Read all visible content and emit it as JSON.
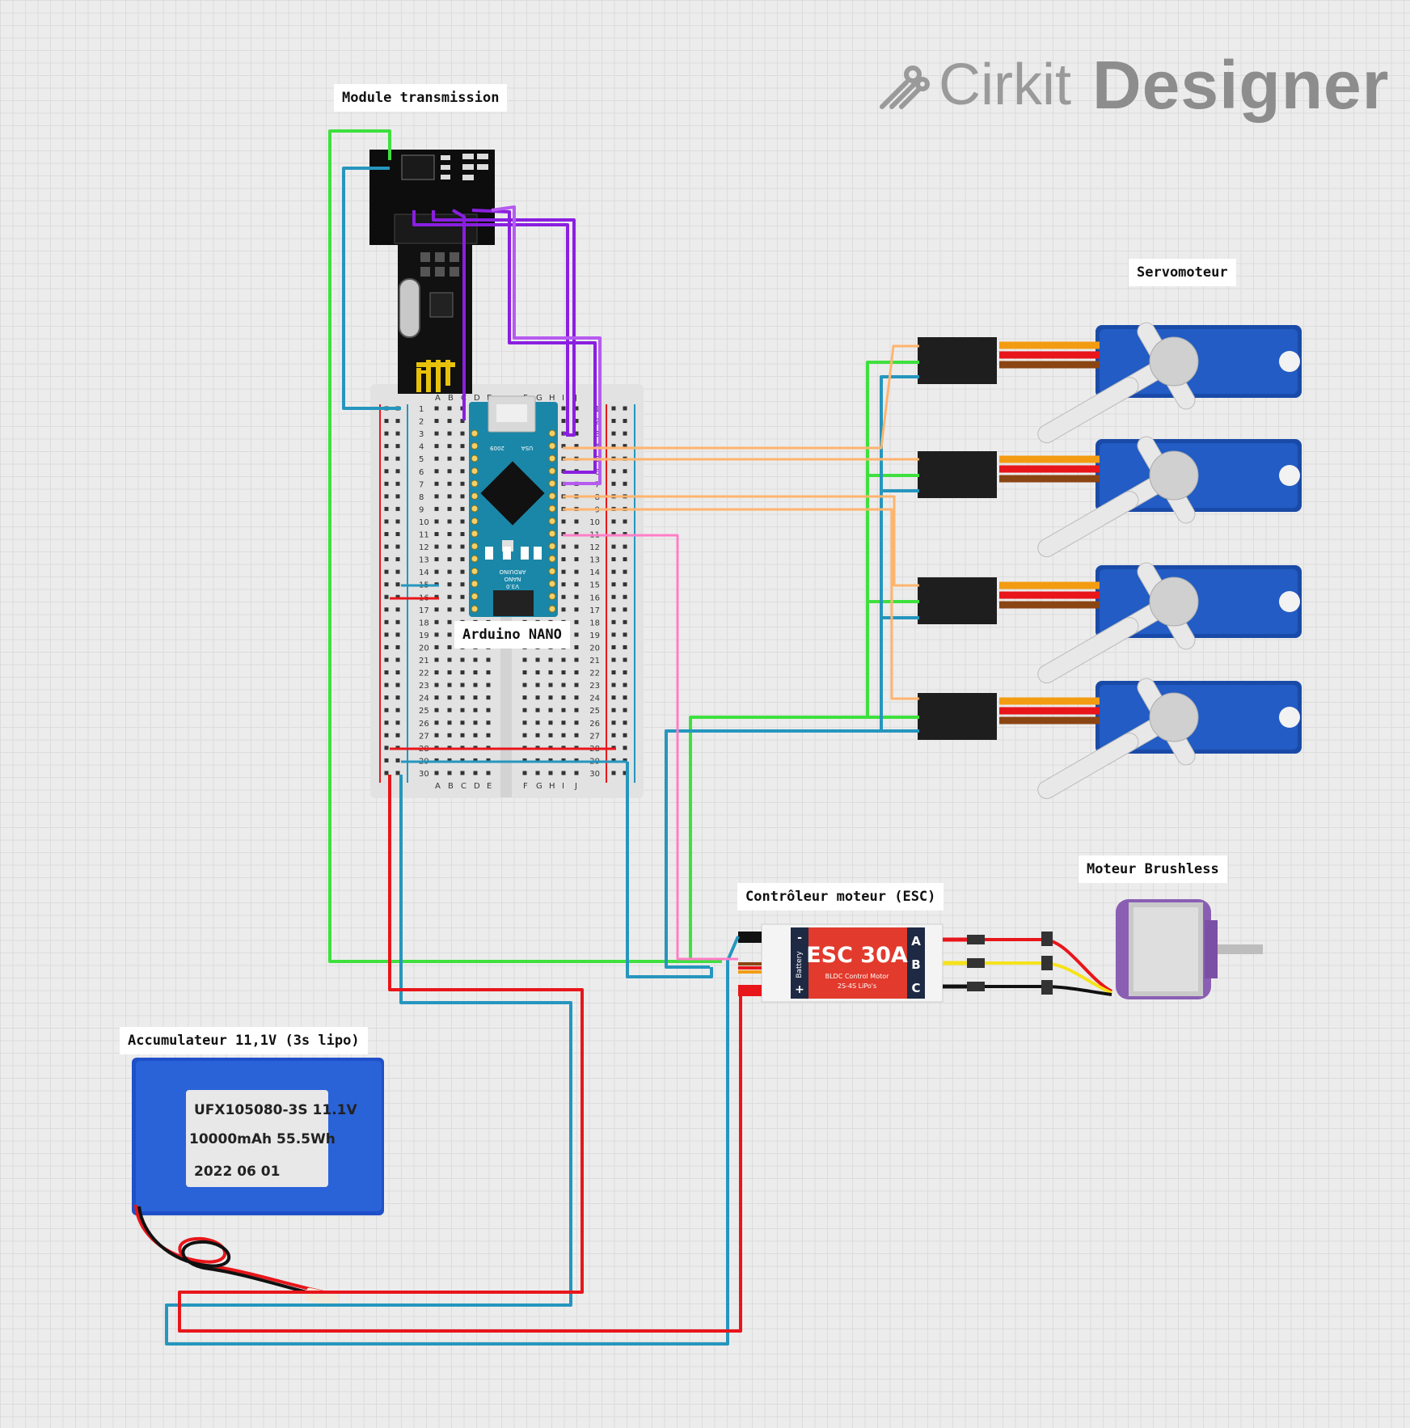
{
  "logo": {
    "brand": "Cirkit",
    "product": "Designer"
  },
  "labels": {
    "module": "Module transmission",
    "servo": "Servomoteur",
    "arduino": "Arduino NANO",
    "esc_title": "Contrôleur moteur (ESC)",
    "motor": "Moteur Brushless",
    "battery": "Accumulateur 11,1V (3s lipo)"
  },
  "esc": {
    "model": "ESC 30A",
    "line1": "BLDC Control Motor",
    "line2": "2S-4S LiPo's",
    "battery": "Battery",
    "minus": "-",
    "plus": "+",
    "phases": [
      "A",
      "B",
      "C"
    ]
  },
  "battery_label": {
    "line1": "UFX105080-3S 11.1V",
    "line2": "10000mAh 55.5Wh",
    "line3": "2022 06 01"
  },
  "breadboard": {
    "cols_left": [
      "A",
      "B",
      "C",
      "D",
      "E"
    ],
    "cols_right": [
      "F",
      "G",
      "H",
      "I",
      "J"
    ],
    "rows": 30
  },
  "nano": {
    "l1": "ARDUINO",
    "l2": "NANO",
    "l3": "V3.0",
    "usa": "USA",
    "year": "2009"
  },
  "colors": {
    "purple": "#8a1fe0",
    "green": "#3ee03e",
    "teal": "#2596be",
    "orange": "#ffb46e",
    "pink": "#ff7ec8",
    "red": "#e8161a"
  }
}
